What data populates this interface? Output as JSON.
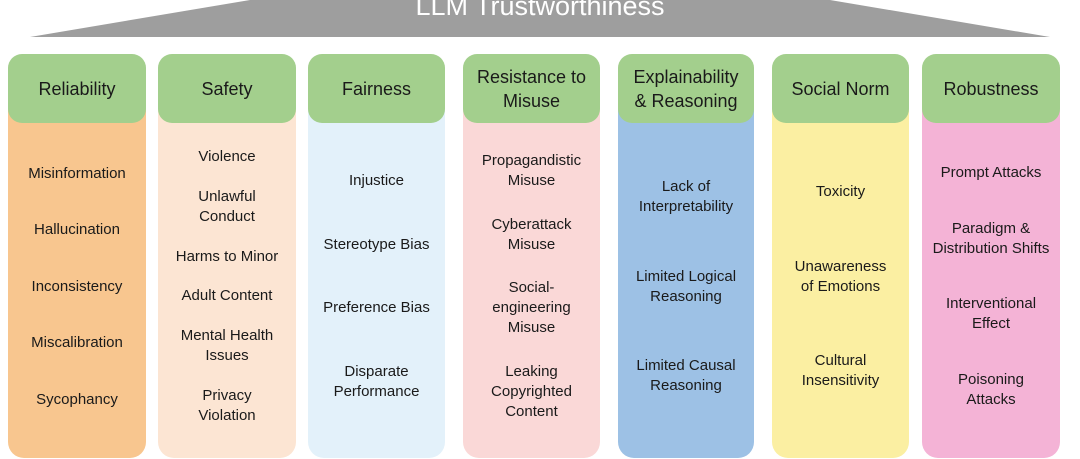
{
  "title": "LLM Trustworthiness",
  "colors": {
    "roof": "#9e9e9e",
    "header": "#a3cf8d",
    "bodies": [
      "#f8c68f",
      "#fce5d3",
      "#e3f1fa",
      "#fad8d7",
      "#9dc1e5",
      "#fbefa2",
      "#f4b3d6"
    ]
  },
  "categories": [
    {
      "label": "Reliability",
      "items": [
        "Misinformation",
        "Hallucination",
        "Inconsistency",
        "Miscalibration",
        "Sycophancy"
      ]
    },
    {
      "label": "Safety",
      "items": [
        "Violence",
        "Unlawful Conduct",
        "Harms to Minor",
        "Adult Content",
        "Mental Health Issues",
        "Privacy Violation"
      ]
    },
    {
      "label": "Fairness",
      "items": [
        "Injustice",
        "Stereotype Bias",
        "Preference Bias",
        "Disparate Performance"
      ]
    },
    {
      "label": "Resistance to Misuse",
      "items": [
        "Propagandistic Misuse",
        "Cyberattack Misuse",
        "Social-engineering Misuse",
        "Leaking Copyrighted Content"
      ]
    },
    {
      "label": "Explainability & Reasoning",
      "items": [
        "Lack of Interpretability",
        "Limited Logical Reasoning",
        "Limited Causal Reasoning"
      ]
    },
    {
      "label": "Social Norm",
      "items": [
        "Toxicity",
        "Unawareness of Emotions",
        "Cultural Insensitivity"
      ]
    },
    {
      "label": "Robustness",
      "items": [
        "Prompt Attacks",
        "Paradigm & Distribution Shifts",
        "Interventional Effect",
        "Poisoning Attacks"
      ]
    }
  ]
}
